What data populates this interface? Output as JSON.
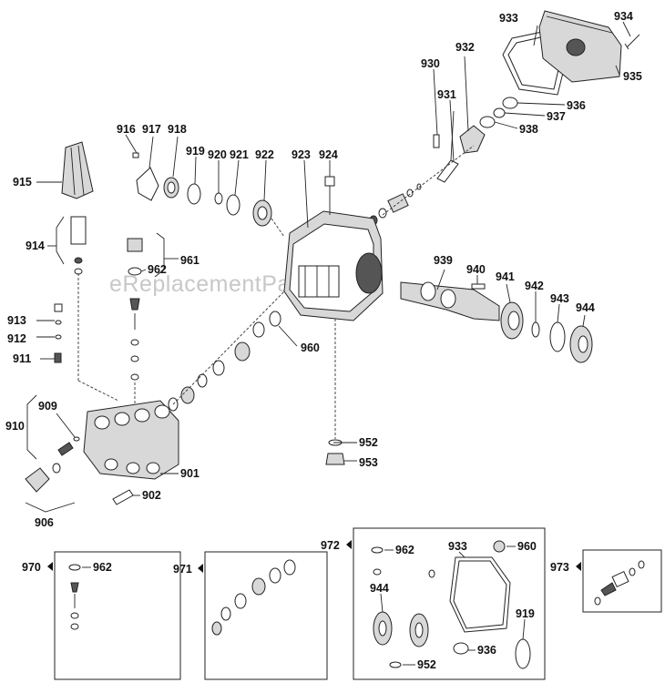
{
  "watermark": "eReplacementParts.com",
  "callouts": [
    {
      "id": "c933",
      "text": "933"
    },
    {
      "id": "c934",
      "text": "934"
    },
    {
      "id": "c935",
      "text": "935"
    },
    {
      "id": "c930",
      "text": "930"
    },
    {
      "id": "c932",
      "text": "932"
    },
    {
      "id": "c931",
      "text": "931"
    },
    {
      "id": "c936",
      "text": "936"
    },
    {
      "id": "c937",
      "text": "937"
    },
    {
      "id": "c938",
      "text": "938"
    },
    {
      "id": "c916",
      "text": "916"
    },
    {
      "id": "c917",
      "text": "917"
    },
    {
      "id": "c918",
      "text": "918"
    },
    {
      "id": "c919",
      "text": "919"
    },
    {
      "id": "c920",
      "text": "920"
    },
    {
      "id": "c921",
      "text": "921"
    },
    {
      "id": "c922",
      "text": "922"
    },
    {
      "id": "c923",
      "text": "923"
    },
    {
      "id": "c924",
      "text": "924"
    },
    {
      "id": "c915",
      "text": "915"
    },
    {
      "id": "c914",
      "text": "914"
    },
    {
      "id": "c961",
      "text": "961"
    },
    {
      "id": "c962",
      "text": "962"
    },
    {
      "id": "c939",
      "text": "939"
    },
    {
      "id": "c940",
      "text": "940"
    },
    {
      "id": "c941",
      "text": "941"
    },
    {
      "id": "c942",
      "text": "942"
    },
    {
      "id": "c943",
      "text": "943"
    },
    {
      "id": "c944",
      "text": "944"
    },
    {
      "id": "c913",
      "text": "913"
    },
    {
      "id": "c912",
      "text": "912"
    },
    {
      "id": "c911",
      "text": "911"
    },
    {
      "id": "c960",
      "text": "960"
    },
    {
      "id": "c909",
      "text": "909"
    },
    {
      "id": "c910",
      "text": "910"
    },
    {
      "id": "c952",
      "text": "952"
    },
    {
      "id": "c953",
      "text": "953"
    },
    {
      "id": "c901",
      "text": "901"
    },
    {
      "id": "c902",
      "text": "902"
    },
    {
      "id": "c906",
      "text": "906"
    },
    {
      "id": "k970",
      "text": "970"
    },
    {
      "id": "k970a",
      "text": "962"
    },
    {
      "id": "k971",
      "text": "971"
    },
    {
      "id": "k972",
      "text": "972"
    },
    {
      "id": "k972a",
      "text": "962"
    },
    {
      "id": "k972b",
      "text": "933"
    },
    {
      "id": "k972c",
      "text": "960"
    },
    {
      "id": "k972d",
      "text": "944"
    },
    {
      "id": "k972e",
      "text": "919"
    },
    {
      "id": "k972f",
      "text": "936"
    },
    {
      "id": "k972g",
      "text": "952"
    },
    {
      "id": "k973",
      "text": "973"
    }
  ]
}
